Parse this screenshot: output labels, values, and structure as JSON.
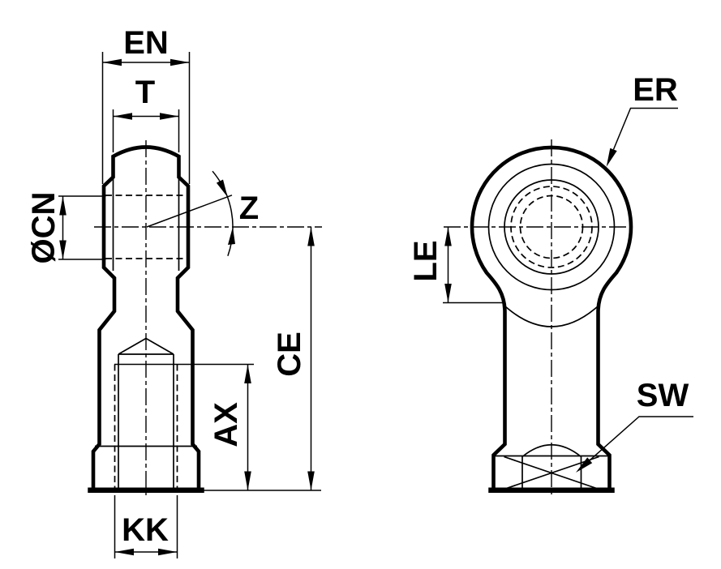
{
  "drawing": {
    "kind": "technical-drawing",
    "subject": "rod end bearing with female thread, two orthographic views",
    "background": "#ffffff",
    "line_color": "#000000",
    "labels": {
      "en": "EN",
      "t": "T",
      "cn": "ØCN",
      "z": "Z",
      "ce": "CE",
      "ax": "AX",
      "kk": "KK",
      "er": "ER",
      "le": "LE",
      "sw": "SW"
    }
  }
}
